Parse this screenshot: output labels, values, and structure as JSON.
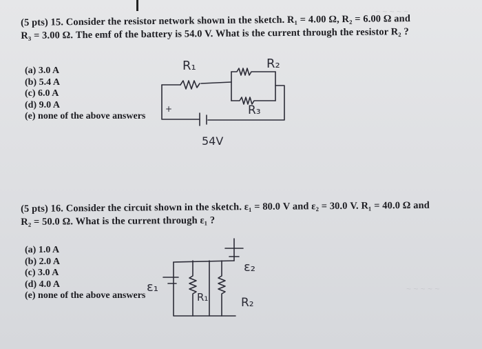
{
  "q15": {
    "line1": "(5 pts) 15. Consider the resistor network shown in the sketch.  R₁ = 4.00 Ω,  R₂ = 6.00 Ω  and",
    "line2": "R₃ = 3.00 Ω.  The emf of the battery is 54.0 V.  What is the current through the resistor  R₂ ?",
    "options": [
      "(a) 3.0 A",
      "(b) 5.4 A",
      "(c) 6.0 A",
      "(d) 9.0 A",
      "(e) none of the above answers"
    ],
    "sketch": {
      "r1": "R₁",
      "r2": "R₂",
      "r3": "R₃",
      "battery": "54V"
    }
  },
  "q16": {
    "line1": "(5 pts) 16. Consider the circuit shown in the sketch. ε₁ = 80.0 V and  ε₂ = 30.0 V.  R₁ = 40.0 Ω  and",
    "line2": "R₂ = 50.0 Ω.  What is the current through ε₁ ?",
    "options": [
      "(a) 1.0 A",
      "(b) 2.0 A",
      "(c) 3.0 A",
      "(d) 4.0 A",
      "(e) none of the above answers"
    ],
    "sketch": {
      "e1": "ε₁",
      "e2": "ε₂",
      "r1": "R₁",
      "r2": "R₂"
    }
  }
}
